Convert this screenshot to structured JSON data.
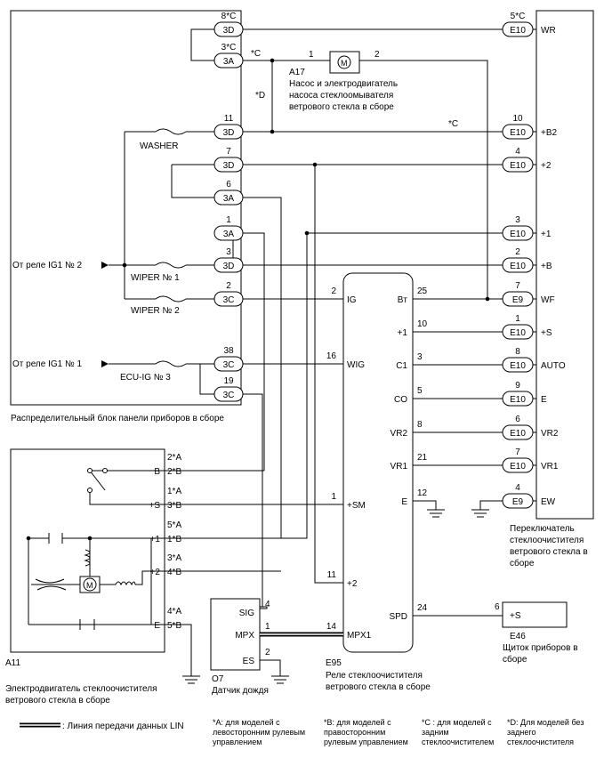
{
  "blocks": {
    "junction_block_name": "Распределительный блок панели приборов в сборе",
    "wiper_motor": {
      "id": "A11",
      "name1": "Электродвигатель стеклоочистителя",
      "name2": "ветрового стекла в сборе"
    },
    "washer_motor": {
      "id": "A17",
      "name1": "Насос и электродвигатель",
      "name2": "насоса стеклоомывателя",
      "name3": "ветрового стекла в сборе"
    },
    "wiper_switch": {
      "name1": "Переключатель",
      "name2": "стеклоочистителя",
      "name3": "ветрового стекла в",
      "name4": "сборе"
    },
    "relay": {
      "id": "E95",
      "name1": "Реле стеклоочистителя",
      "name2": "ветрового стекла в сборе"
    },
    "meter": {
      "id": "E46",
      "name1": "Щиток приборов в",
      "name2": "сборе",
      "pin_num": "6",
      "pin_label": "+S"
    },
    "rain_sensor": {
      "id": "O7",
      "name": "Датчик дождя"
    }
  },
  "sources": {
    "ig1_2": "От реле IG1 № 2",
    "ig1_1": "От реле IG1 № 1"
  },
  "fuses": {
    "washer": "WASHER",
    "wiper1": "WIPER № 1",
    "wiper2": "WIPER № 2",
    "ecu_ig3": "ECU-IG № 3"
  },
  "jb_connectors": [
    {
      "num": "8*C",
      "label": "3D"
    },
    {
      "num": "3*C",
      "label": "3A"
    },
    {
      "num": "11",
      "label": "3D"
    },
    {
      "num": "7",
      "label": "3D"
    },
    {
      "num": "6",
      "label": "3A"
    },
    {
      "num": "1",
      "label": "3A"
    },
    {
      "num": "3",
      "label": "3D"
    },
    {
      "num": "2",
      "label": "3C"
    },
    {
      "num": "38",
      "label": "3C"
    },
    {
      "num": "19",
      "label": "3C"
    }
  ],
  "switch_pins": [
    {
      "num": "5*C",
      "conn": "E10",
      "name": "WR"
    },
    {
      "num": "10",
      "conn": "E10",
      "name": "+B2"
    },
    {
      "num": "4",
      "conn": "E10",
      "name": "+2"
    },
    {
      "num": "3",
      "conn": "E10",
      "name": "+1"
    },
    {
      "num": "2",
      "conn": "E10",
      "name": "+B"
    },
    {
      "num": "7",
      "conn": "E9",
      "name": "WF"
    },
    {
      "num": "1",
      "conn": "E10",
      "name": "+S"
    },
    {
      "num": "8",
      "conn": "E10",
      "name": "AUTO"
    },
    {
      "num": "9",
      "conn": "E10",
      "name": "E"
    },
    {
      "num": "6",
      "conn": "E10",
      "name": "VR2"
    },
    {
      "num": "7",
      "conn": "E10",
      "name": "VR1"
    },
    {
      "num": "4",
      "conn": "E9",
      "name": "EW"
    }
  ],
  "relay_pins_left": [
    {
      "num": "2",
      "name": "IG"
    },
    {
      "num": "16",
      "name": "WIG"
    },
    {
      "num": "1",
      "name": "+SM"
    },
    {
      "num": "11",
      "name": "+2"
    },
    {
      "num": "14",
      "name": "MPX1"
    }
  ],
  "relay_pins_right": [
    {
      "num": "25",
      "name": "Bт"
    },
    {
      "num": "10",
      "name": "+1"
    },
    {
      "num": "3",
      "name": "C1"
    },
    {
      "num": "5",
      "name": "CO"
    },
    {
      "num": "8",
      "name": "VR2"
    },
    {
      "num": "21",
      "name": "VR1"
    },
    {
      "num": "12",
      "name": "E"
    },
    {
      "num": "24",
      "name": "SPD"
    }
  ],
  "motor_pins": [
    {
      "name": "B",
      "a": "2*A",
      "b": "2*B"
    },
    {
      "name": "+S",
      "a": "1*A",
      "b": "3*B"
    },
    {
      "name": "+1",
      "a": "5*A",
      "b": "1*B"
    },
    {
      "name": "+2",
      "a": "3*A",
      "b": "4*B"
    },
    {
      "name": "E",
      "a": "4*A",
      "b": "5*B"
    }
  ],
  "sensor_pins": [
    {
      "name": "SIG",
      "num": "4"
    },
    {
      "name": "MPX",
      "num": "1"
    },
    {
      "name": "ES",
      "num": "2"
    }
  ],
  "washer_pins": {
    "left": "1",
    "right": "2",
    "star_c": "*C",
    "star_d": "*D",
    "star_c2": "*C"
  },
  "motor_glyph": "M",
  "legend": {
    "lin": ": Линия передачи данных LIN",
    "a": [
      "*A: для моделей с",
      "левосторонним рулевым",
      "управлением"
    ],
    "b": [
      "*B: для моделей с",
      "правосторонним",
      "рулевым управлением"
    ],
    "c": [
      "*C : для моделей с",
      "задним",
      "стеклоочистителем"
    ],
    "d": [
      "*D: Для моделей без",
      "заднего",
      "стеклоочистителя"
    ]
  }
}
